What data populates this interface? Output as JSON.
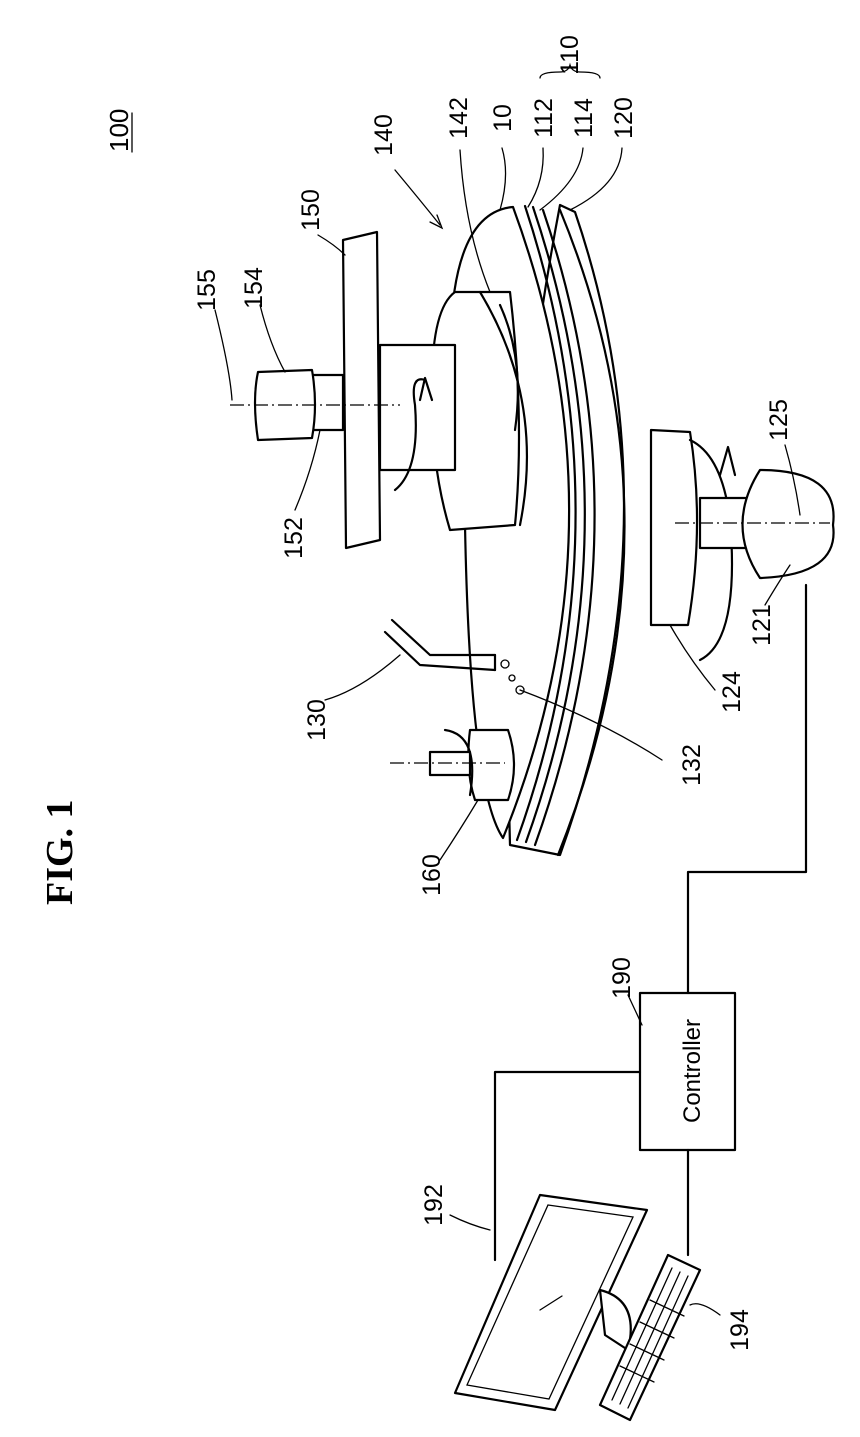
{
  "figure": {
    "title": "FIG. 1",
    "ref_main": "100",
    "controller_text": "Controller"
  },
  "labels": {
    "l110": "110",
    "l112": "112",
    "l114": "114",
    "l120": "120",
    "l10": "10",
    "l142": "142",
    "l140": "140",
    "l150": "150",
    "l154": "154",
    "l155": "155",
    "l152": "152",
    "l130": "130",
    "l132": "132",
    "l160": "160",
    "l124": "124",
    "l121": "121",
    "l125": "125",
    "l190": "190",
    "l192": "192",
    "l194": "194"
  }
}
